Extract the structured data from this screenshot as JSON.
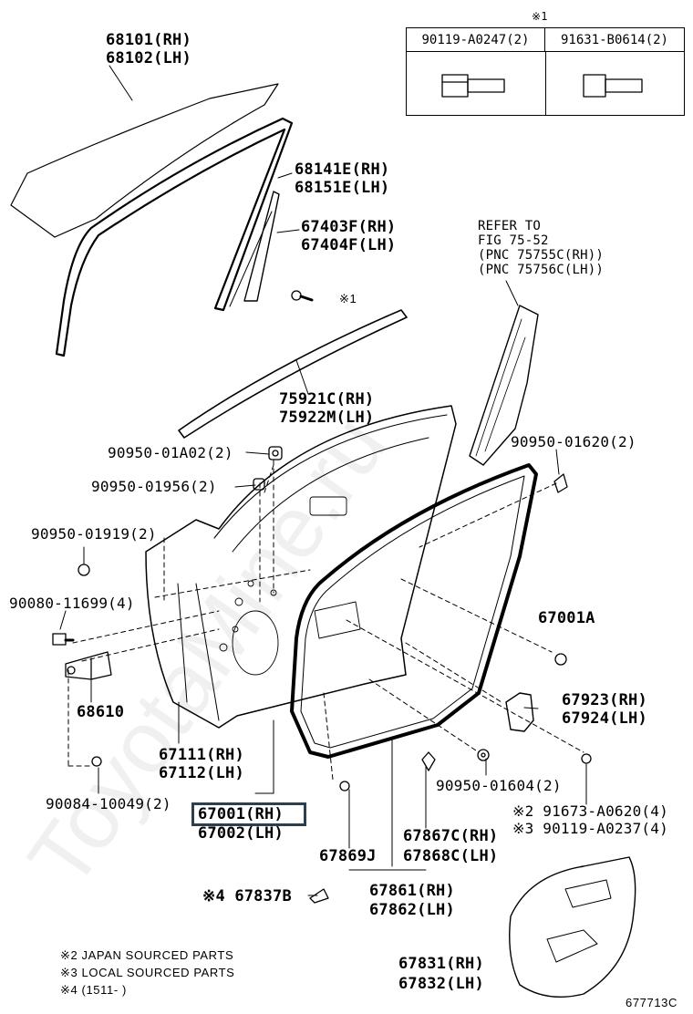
{
  "watermark": "ToyotaMine.ru",
  "table": {
    "mark": "※1",
    "col1": "90119-A0247(2)",
    "col2": "91631-B0614(2)"
  },
  "labels": {
    "p68101": "68101(RH)",
    "p68102": "68102(LH)",
    "p68141": "68141E(RH)",
    "p68151": "68151E(LH)",
    "p67403": "67403F(RH)",
    "p67404": "67404F(LH)",
    "mark1": "※1",
    "ref1": "REFER TO",
    "ref2": "FIG 75-52",
    "ref3": "(PNC 75755C(RH))",
    "ref4": "(PNC 75756C(LH))",
    "p75921": "75921C(RH)",
    "p75922": "75922M(LH)",
    "p9095001A02": "90950-01A02(2)",
    "p9095001956": "90950-01956(2)",
    "p9095001620": "90950-01620(2)",
    "p9095001919": "90950-01919(2)",
    "p9008011699": "90080-11699(4)",
    "p67001A": "67001A",
    "p68610": "68610",
    "p67923": "67923(RH)",
    "p67924": "67924(LH)",
    "p67111": "67111(RH)",
    "p67112": "67112(LH)",
    "p9095001604": "90950-01604(2)",
    "p9008410049": "90084-10049(2)",
    "p67001": "67001(RH)",
    "p67002": "67002(LH)",
    "p91673": "※2 91673-A0620(4)",
    "p90119": "※3 90119-A0237(4)",
    "p67867": "67867C(RH)",
    "p67868": "67868C(LH)",
    "p67869": "67869J",
    "p67837": "※4 67837B",
    "p67861": "67861(RH)",
    "p67862": "67862(LH)",
    "p67831": "67831(RH)",
    "p67832": "67832(LH)",
    "note2": "※2 JAPAN SOURCED PARTS",
    "note3": "※3 LOCAL SOURCED PARTS",
    "note4": "※4 (1511-     )",
    "figno": "677713C"
  }
}
